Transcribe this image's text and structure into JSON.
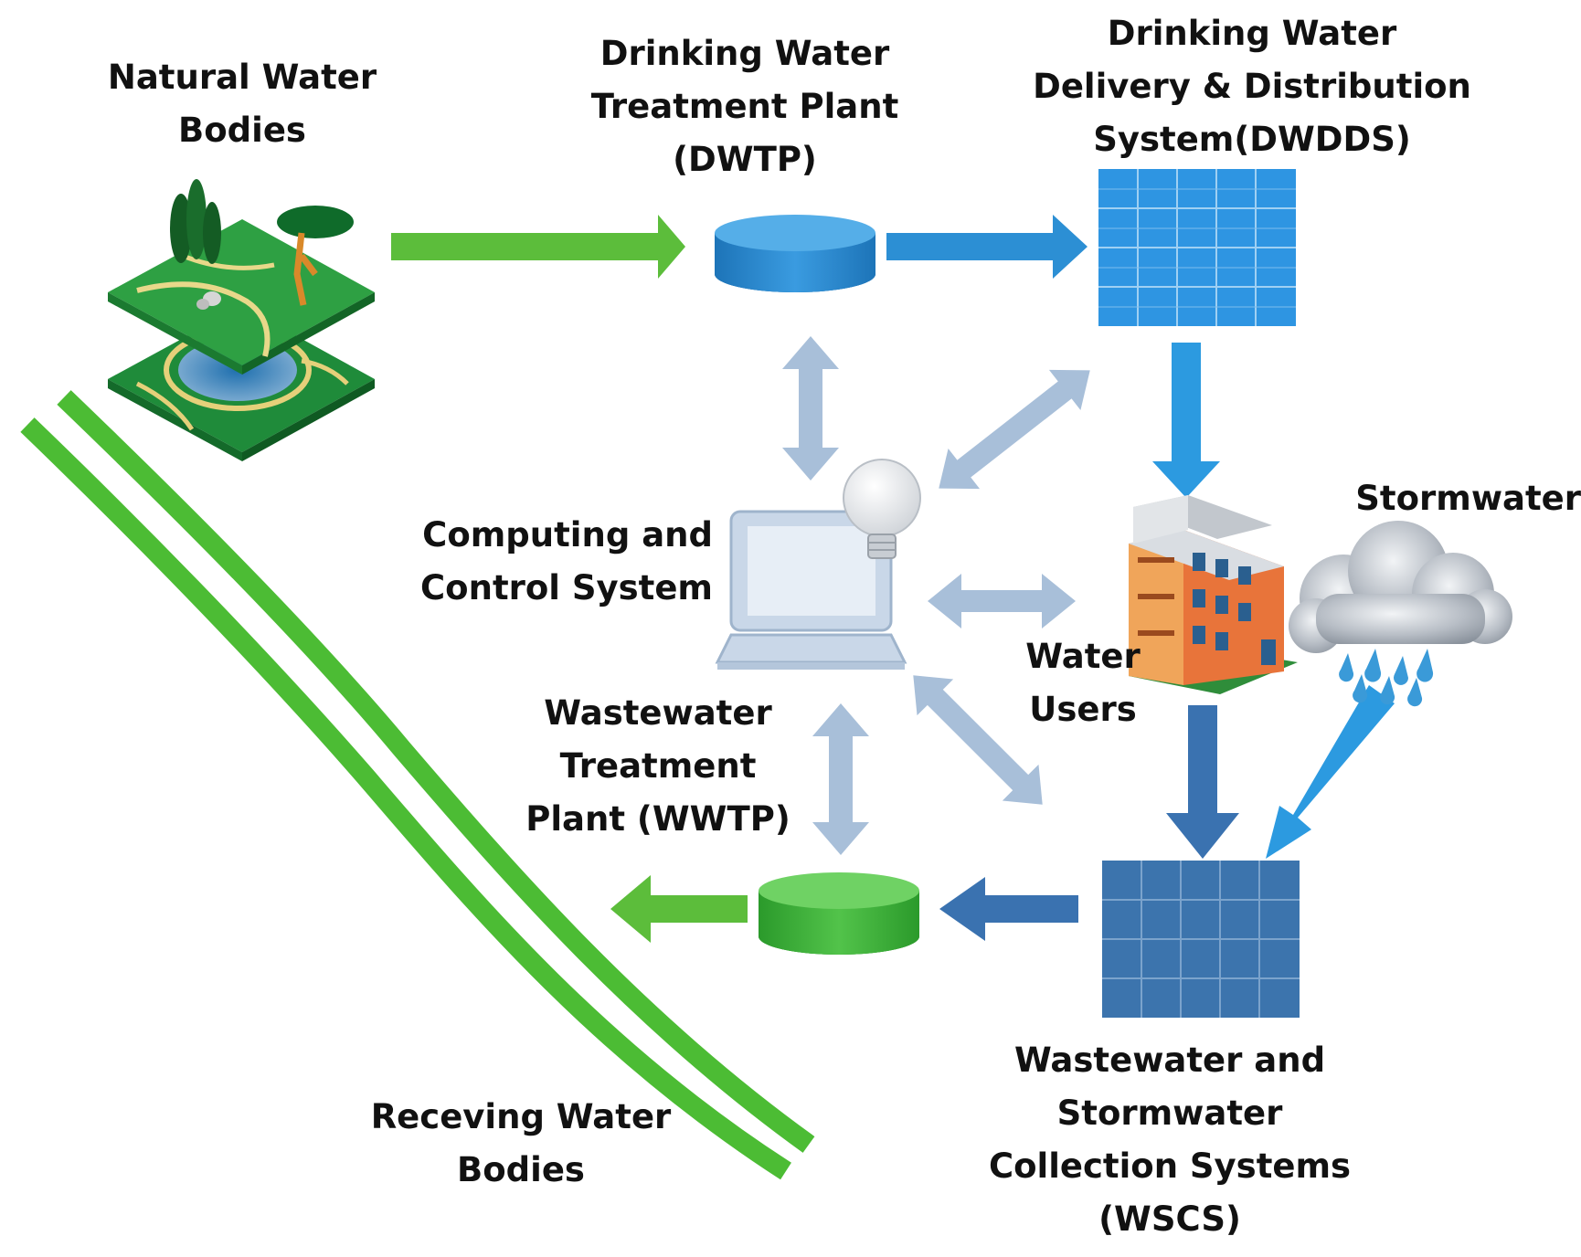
{
  "labels": {
    "natural_water_bodies": "Natural Water\nBodies",
    "dwtp": "Drinking Water\nTreatment Plant\n(DWTP)",
    "dwdds": "Drinking Water\nDelivery & Distribution\nSystem(DWDDS)",
    "computing": "Computing and\nControl System",
    "stormwater": "Stormwater",
    "water_users": "Water\nUsers",
    "wwtp": "Wastewater\nTreatment\nPlant (WWTP)",
    "wscs": "Wastewater and\nStormwater\nCollection Systems\n(WSCS)",
    "receiving_water_bodies": "Receving Water\nBodies"
  },
  "colors": {
    "green_flow": "#5cbd3b",
    "blue_flow": "#2c8fd4",
    "dark_blue_flow": "#3a72b0",
    "data_link": "#a8bfd9",
    "dwtp_tank": "#2a8ad0",
    "wwtp_tank": "#3db33a",
    "dwdds_grid": "#2e95e2",
    "wscs_grid": "#3c74ad",
    "river": "#4cbc34"
  },
  "icons": [
    "landscape-icon",
    "tank-icon",
    "grid-icon",
    "laptop-icon",
    "lightbulb-icon",
    "building-icon",
    "storm-cloud-icon",
    "river-icon"
  ]
}
